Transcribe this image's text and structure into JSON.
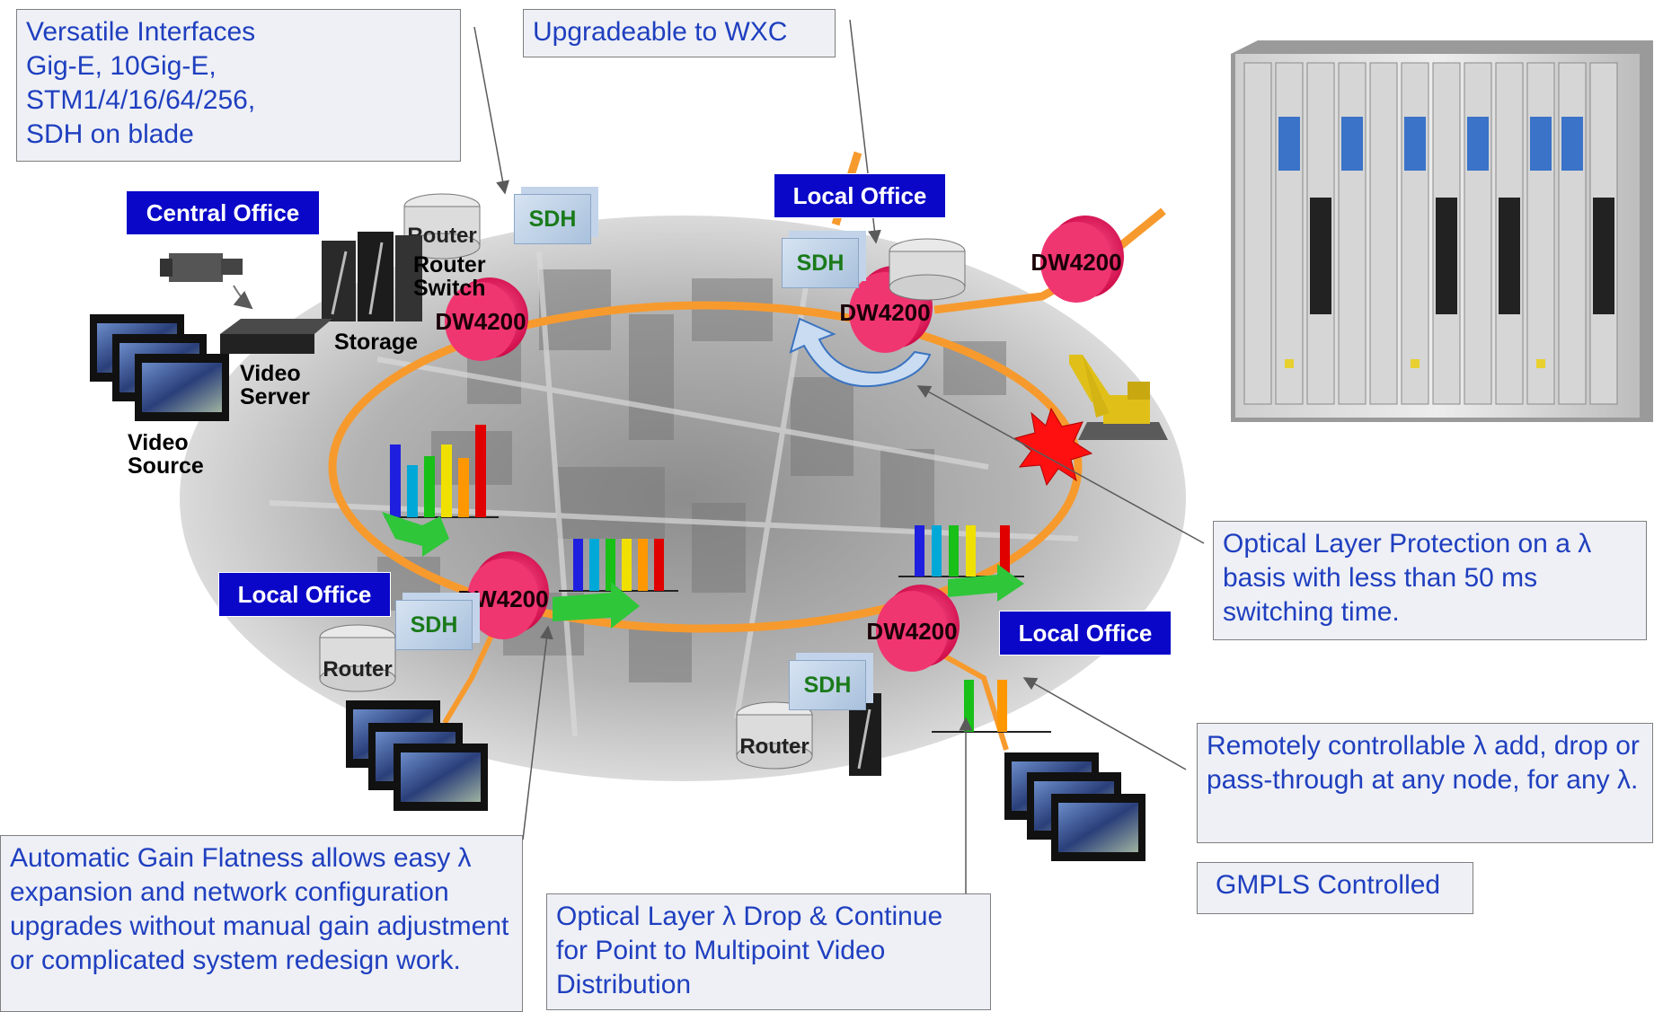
{
  "callouts": {
    "versatile": "Versatile Interfaces\n  Gig-E, 10Gig-E,\n  STM1/4/16/64/256,\n  SDH on blade",
    "wxc": "Upgradeable to WXC",
    "protection": "Optical Layer Protection on a λ basis with less than 50 ms switching time.",
    "remote": "Remotely controllable λ add, drop or pass-through at any node, for any λ.",
    "gmpls": "GMPLS Controlled",
    "gain": "Automatic Gain Flatness allows easy λ expansion and network configuration upgrades without manual gain adjustment or complicated system redesign work.",
    "drop_continue": "Optical Layer λ Drop & Continue for Point to Multipoint Video Distribution"
  },
  "offices": {
    "central": "Central Office",
    "local_top": "Local Office",
    "local_left": "Local Office",
    "local_right": "Local Office"
  },
  "labels": {
    "router_switch": "Router\nSwitch",
    "storage": "Storage",
    "video_server": "Video\nServer",
    "video_source": "Video\nSource",
    "sdh": "SDH",
    "router": "Router",
    "dw4200": "DW4200"
  },
  "colors": {
    "ring": "#f79a2e",
    "office_bg": "#0a07c8",
    "callout_text": "#1f3fbf",
    "node": "#e8175d",
    "sdh_text": "#1a7a1a"
  }
}
